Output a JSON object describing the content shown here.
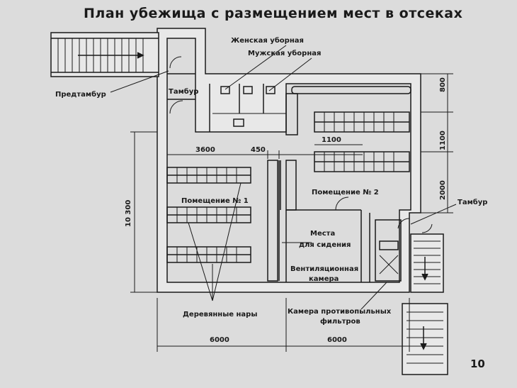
{
  "title": "План убежища с размещением мест в отсеках",
  "page_number": "10",
  "labels": {
    "female_wc": "Женская уборная",
    "male_wc": "Мужская уборная",
    "pre_vestibule": "Предтамбур",
    "vestibule_left": "Тамбур",
    "vestibule_right": "Тамбур",
    "room1": "Помещение № 1",
    "room2": "Помещение № 2",
    "seats_line1": "Места",
    "seats_line2": "для сидения",
    "vent_line1": "Вентиляционная",
    "vent_line2": "камера",
    "bunks": "Деревянные нары",
    "filters_line1": "Камера противопыльных",
    "filters_line2": "фильтров"
  },
  "dimensions": {
    "d3600": "3600",
    "d450": "450",
    "d1100_h": "1100",
    "d10300": "10 300",
    "d800": "800",
    "d1100_v": "1100",
    "d2000": "2000",
    "d6000_left": "6000",
    "d6000_right": "6000"
  },
  "colors": {
    "background": "#dcdcdc",
    "ink": "#1a1a1a",
    "wall_fill": "#e8e8e8"
  }
}
